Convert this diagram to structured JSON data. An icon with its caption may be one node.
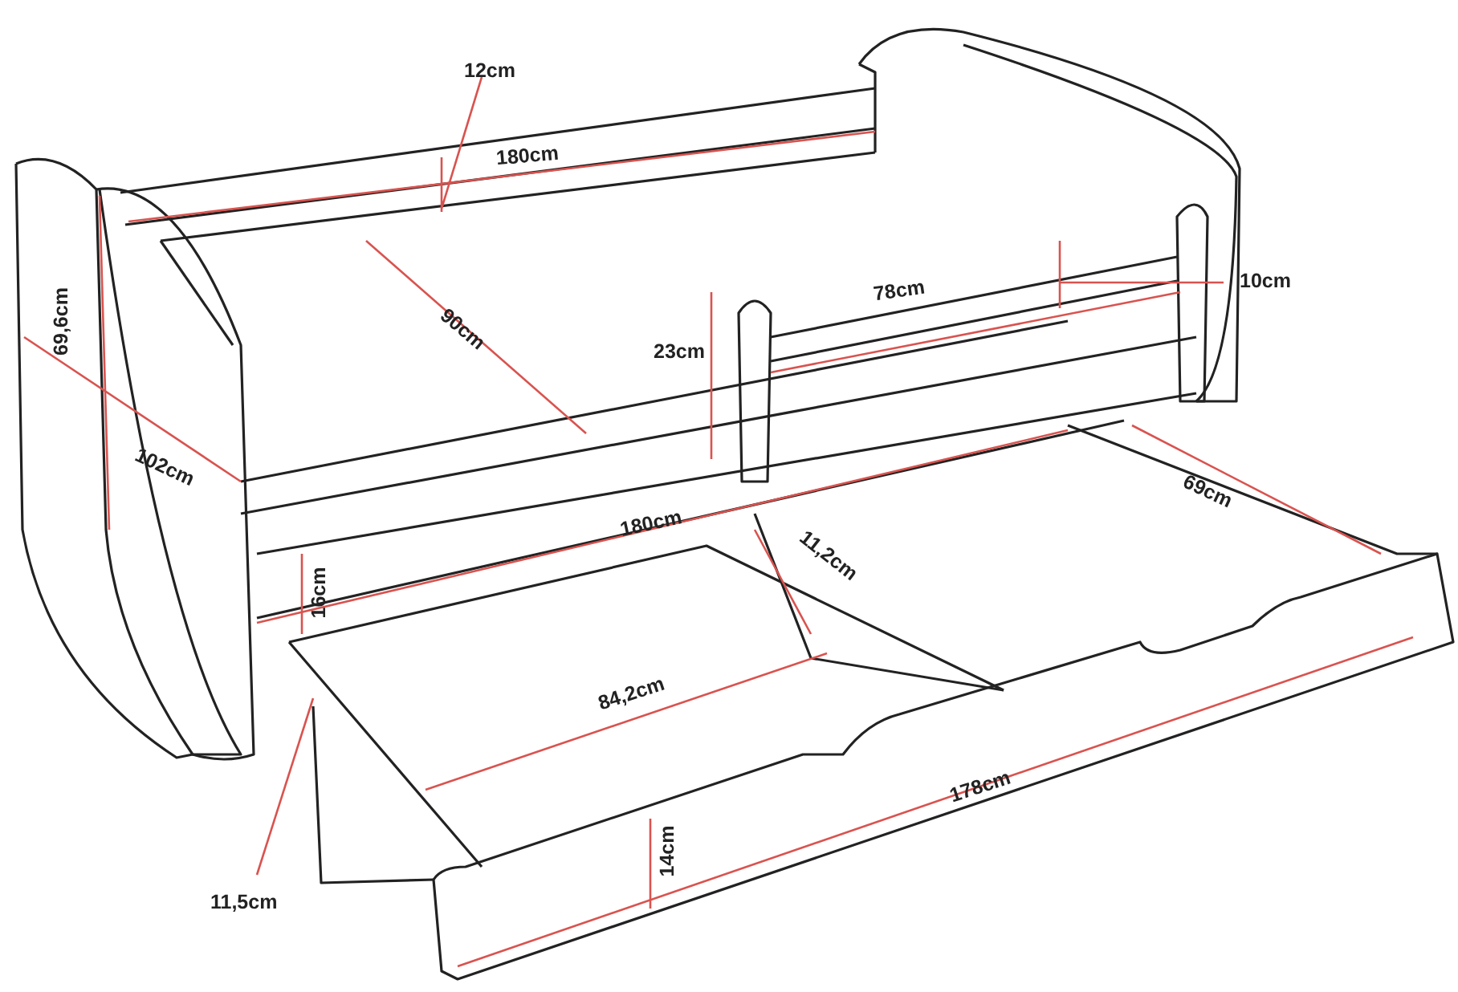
{
  "diagram": {
    "labels": [
      "12cm",
      "180cm",
      "10cm",
      "69,6cm",
      "90cm",
      "23cm",
      "78cm",
      "102cm",
      "69cm",
      "180cm",
      "16cm",
      "11,2cm",
      "84,2cm",
      "178cm",
      "14cm",
      "11,5cm"
    ]
  }
}
